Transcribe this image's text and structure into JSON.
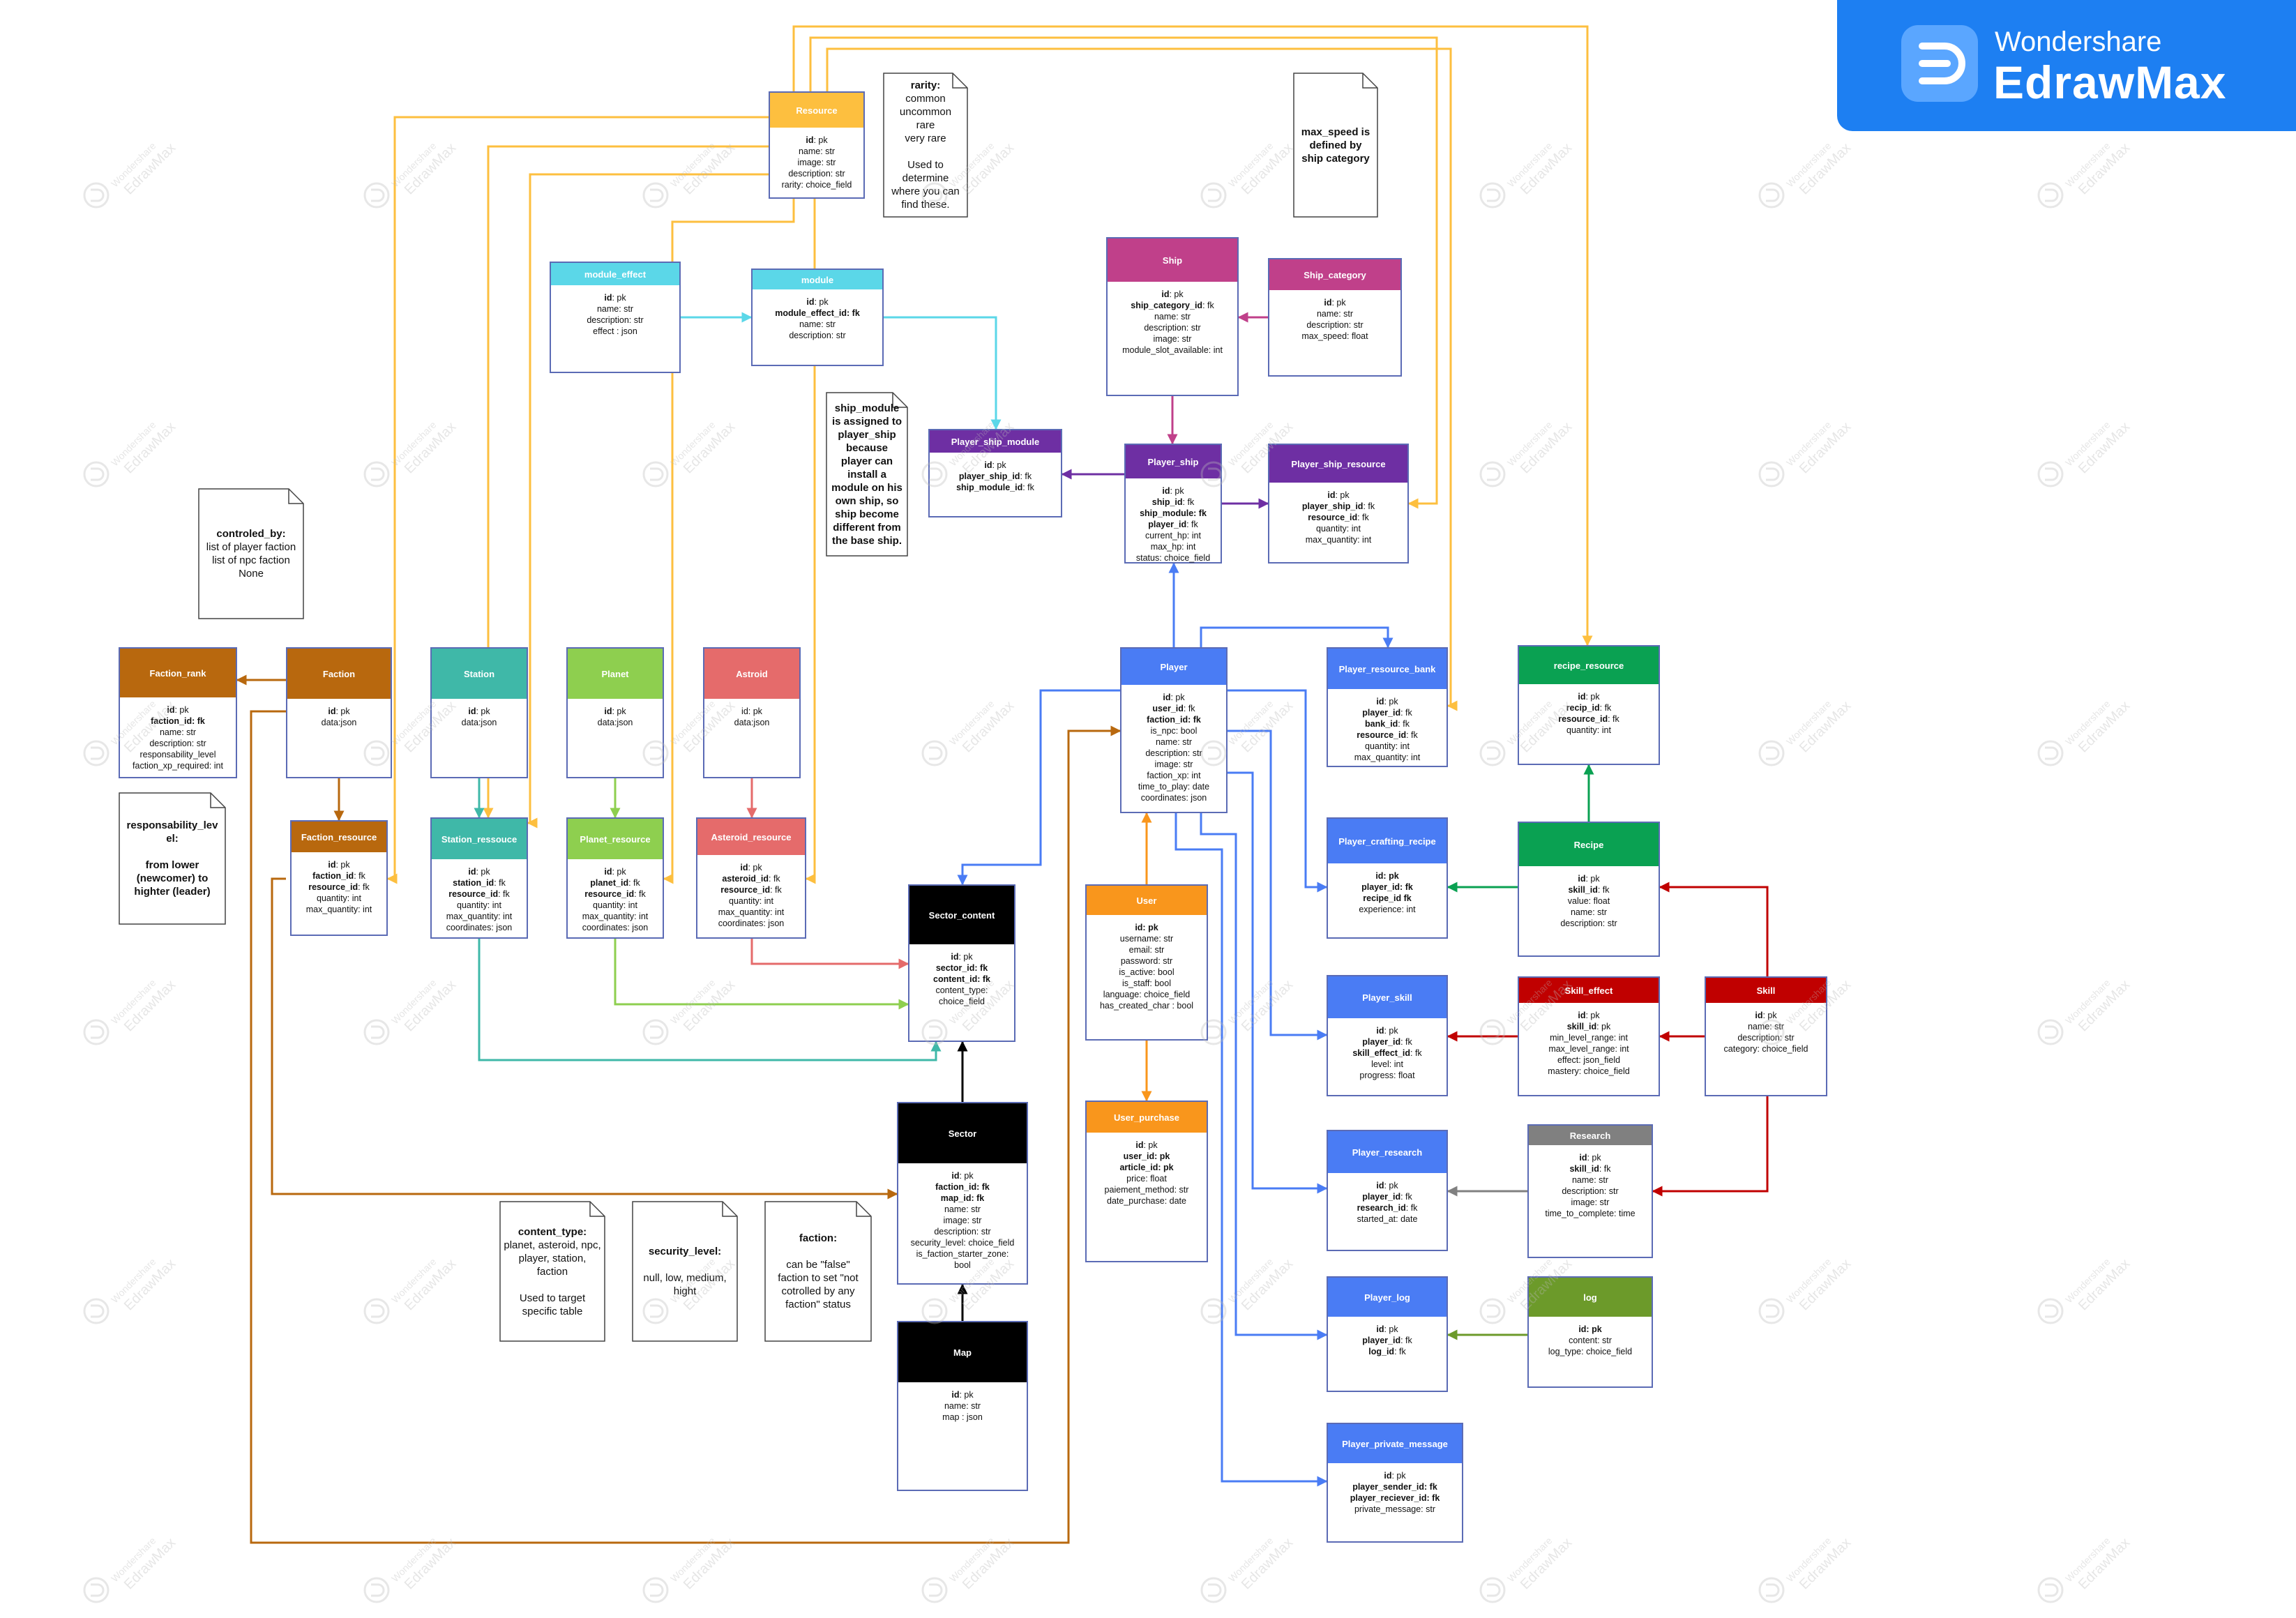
{
  "brand": {
    "line1": "Wondershare",
    "line2": "EdrawMax"
  },
  "watermark": {
    "line1": "Wondershare",
    "line2": "EdrawMax"
  },
  "colors": {
    "yellow": "#fdbf3f",
    "blue": "#4a7cf4",
    "purple": "#6e2fa3",
    "magenta": "#c0408a",
    "cyan": "#5bd7e8",
    "teal": "#3fb8a8",
    "green_light": "#8ecf4f",
    "coral": "#e56b6b",
    "brown": "#b8680e",
    "orange": "#f9961c",
    "black": "#000000",
    "green": "#0aa152",
    "red": "#c00000",
    "gray": "#808080",
    "olive": "#6c9a2a"
  },
  "entities": {
    "resource": {
      "title": "Resource",
      "fields": [
        "<b>id</b>: pk",
        "name: str",
        "image: str",
        "description: str",
        "rarity: choice_field"
      ]
    },
    "module_effect": {
      "title": "module_effect",
      "fields": [
        "<b>id</b>: pk",
        "name: str",
        "description: str",
        "effect : json"
      ]
    },
    "module": {
      "title": "module",
      "fields": [
        "<b>id</b>: pk",
        "<b>module_effect_id: fk</b>",
        "name: str",
        "description: str"
      ]
    },
    "ship": {
      "title": "Ship",
      "fields": [
        "<b>id</b>: pk",
        "<b>ship_category_id</b>: fk",
        "name: str",
        "description: str",
        "image: str",
        "module_slot_available: int"
      ]
    },
    "ship_category": {
      "title": "Ship_category",
      "fields": [
        "<b>id</b>: pk",
        "name: str",
        "description: str",
        "max_speed: float"
      ]
    },
    "player_ship_module": {
      "title": "Player_ship_module",
      "fields": [
        "<b>id</b>: pk",
        "<b>player_ship_id</b>: fk",
        "<b>ship_module_id</b>: fk"
      ]
    },
    "player_ship": {
      "title": "Player_ship",
      "fields": [
        "<b>id</b>: pk",
        "<b>ship_id</b>: fk",
        "<b>ship_module: fk</b>",
        "<b>player_id</b>: fk",
        "current_hp: int",
        "max_hp: int",
        "status: choice_field"
      ]
    },
    "player_ship_resource": {
      "title": "Player_ship_resource",
      "fields": [
        "<b>id</b>: pk",
        "<b>player_ship_id</b>: fk",
        "<b>resource_id</b>: fk",
        "quantity: int",
        "max_quantity: int"
      ]
    },
    "faction_rank": {
      "title": "Faction_rank",
      "fields": [
        "<b>id</b>: pk",
        "<b>faction_id: fk</b>",
        "name: str",
        "description: str",
        "responsability_level",
        "faction_xp_required: int"
      ]
    },
    "faction": {
      "title": "Faction",
      "fields": [
        "<b>id</b>: pk",
        "data:json"
      ]
    },
    "station": {
      "title": "Station",
      "fields": [
        "<b>id</b>: pk",
        "data:json"
      ]
    },
    "planet": {
      "title": "Planet",
      "fields": [
        "<b>id</b>: pk",
        "data:json"
      ]
    },
    "asteroid": {
      "title": "Astroid",
      "fields": [
        "id: pk",
        "data:json"
      ]
    },
    "faction_resource": {
      "title": "Faction_resource",
      "fields": [
        "<b>id</b>: pk",
        "<b>faction_id</b>: fk",
        "<b>resource_id</b>: fk",
        "quantity: int",
        "max_quantity: int"
      ]
    },
    "station_resource": {
      "title": "Station_ressouce",
      "fields": [
        "<b>id</b>: pk",
        "<b>station_id</b>: fk",
        "<b>resource_id</b>: fk",
        "quantity: int",
        "max_quantity: int",
        "coordinates:  json"
      ]
    },
    "planet_resource": {
      "title": "Planet_resource",
      "fields": [
        "<b>id</b>: pk",
        "<b>planet_id</b>: fk",
        "<b>resource_id</b>: fk",
        "quantity: int",
        "max_quantity: int",
        "coordinates:   json"
      ]
    },
    "asteroid_resource": {
      "title": "Asteroid_resource",
      "fields": [
        "<b>id</b>: pk",
        "<b>asteroid_id</b>: fk",
        "<b>resource_id</b>: fk",
        "quantity: int",
        "max_quantity: int",
        "coordinates:   json"
      ]
    },
    "player": {
      "title": "Player",
      "fields": [
        "<b>id</b>: pk",
        "<b>user_id</b>: fk",
        "<b>faction_id: fk</b>",
        "is_npc: bool",
        "name: str",
        "description: str",
        "image: str",
        "faction_xp: int",
        "time_to_play: date",
        "coordinates: json"
      ]
    },
    "player_resource_bank": {
      "title": "Player_resource_bank",
      "fields": [
        "<b>id</b>: pk",
        "<b>player_id</b>: fk",
        "<b>bank_id</b>: fk",
        "<b>resource_id</b>: fk",
        "quantity: int",
        "max_quantity: int"
      ]
    },
    "recipe_resource": {
      "title": "recipe_resource",
      "fields": [
        "<b>id</b>: pk",
        "<b>recip_id</b>: fk",
        "<b>resource_id</b>: fk",
        "quantity: int"
      ]
    },
    "sector_content": {
      "title": "Sector_content",
      "fields": [
        "<b>id</b>: pk",
        "<b>sector_id: fk</b>",
        "<b>content_id: fk</b>",
        "content_type:",
        "choice_field"
      ]
    },
    "user": {
      "title": "User",
      "fields": [
        "<b>id: pk</b>",
        "username: str",
        "email: str",
        "password: str",
        "is_active: bool",
        "is_staff: bool",
        "language: choice_field",
        "has_created_char : bool"
      ]
    },
    "player_crafting_recipe": {
      "title": "Player_crafting_recipe",
      "fields": [
        "<b>id: pk</b>",
        "<b>player_id: fk</b>",
        "<b>recipe_id fk</b>",
        "experience: int"
      ]
    },
    "recipe": {
      "title": "Recipe",
      "fields": [
        "<b>id</b>: pk",
        "<b>skill_id</b>: fk",
        "value: float",
        "name: str",
        "description: str"
      ]
    },
    "player_skill": {
      "title": "Player_skill",
      "fields": [
        "<b>id</b>: pk",
        "<b>player_id</b>: fk",
        "<b>skill_effect_id</b>: fk",
        "level: int",
        "progress: float"
      ]
    },
    "skill_effect": {
      "title": "Skill_effect",
      "fields": [
        "<b>id</b>: pk",
        "<b>skill_id</b>: pk",
        "min_level_range: int",
        "max_level_range: int",
        "effect: json_field",
        "mastery: choice_field"
      ]
    },
    "skill": {
      "title": "Skill",
      "fields": [
        "<b>id</b>: pk",
        "name: str",
        "description: str",
        "category: choice_field"
      ]
    },
    "sector": {
      "title": "Sector",
      "fields": [
        "<b>id</b>: pk",
        "<b>faction_id: fk</b>",
        "<b>map_id: fk</b>",
        "name: str",
        "image: str",
        "description: str",
        "security_level: choice_field",
        "is_faction_starter_zone:",
        "bool"
      ]
    },
    "user_purchase": {
      "title": "User_purchase",
      "fields": [
        "<b>id</b>: pk",
        "<b>user_id: pk</b>",
        "<b>article_id: pk</b>",
        "price: float",
        "paiement_method: str",
        "date_purchase: date"
      ]
    },
    "player_research": {
      "title": "Player_research",
      "fields": [
        "<b>id</b>: pk",
        "<b>player_id</b>: fk",
        "<b>research_id</b>: fk",
        "started_at: date"
      ]
    },
    "research": {
      "title": "Research",
      "fields": [
        "<b>id</b>: pk",
        "<b>skill_id</b>: fk",
        "name: str",
        "description: str",
        "image: str",
        "time_to_complete: time"
      ]
    },
    "player_log": {
      "title": "Player_log",
      "fields": [
        "<b>id</b>: pk",
        "<b>player_id</b>: fk",
        "<b>log_id</b>: fk"
      ]
    },
    "log": {
      "title": "log",
      "fields": [
        "<b>id: pk</b>",
        "content: str",
        "log_type: choice_field"
      ]
    },
    "map": {
      "title": "Map",
      "fields": [
        "<b>id</b>: pk",
        "name: str",
        "map : json"
      ]
    },
    "player_private_message": {
      "title": "Player_private_message",
      "fields": [
        "<b>id</b>: pk",
        "<b>player_sender_id: fk</b>",
        "<b>player_reciever_id: fk</b>",
        "private_message: str"
      ]
    }
  },
  "notes": {
    "rarity": [
      "<b>rarity:</b>",
      "common",
      "uncommon",
      "rare",
      "very rare",
      "",
      "Used to",
      "determine",
      "where you can",
      "find these."
    ],
    "max_speed": [
      "<b>max_speed is</b>",
      "<b>defined by</b>",
      "<b>ship category</b>"
    ],
    "ship_module": [
      "<b>ship_module</b>",
      "<b>is assigned to</b>",
      "<b>player_ship</b>",
      "<b>because</b>",
      "<b>player can</b>",
      "<b>install a</b>",
      "<b>module on his</b>",
      "<b>own ship, so</b>",
      "<b>ship become</b>",
      "<b>different from</b>",
      "<b>the base ship.</b>"
    ],
    "controled_by": [
      "<b>controled_by:</b>",
      "list of player faction",
      "list of  npc faction",
      "None"
    ],
    "responsability": [
      "<b>responsability_lev</b>",
      "<b>el:</b>",
      "",
      "<b>from lower</b>",
      "<b>(newcomer) to</b>",
      "<b>highter (leader)</b>"
    ],
    "content_type": [
      "<b>content_type:</b>",
      "planet, asteroid, npc,",
      "player, station,",
      "faction",
      "",
      "Used to target",
      "specific table"
    ],
    "security_level": [
      "<b>security_level:</b>",
      "",
      "null, low, medium,",
      "hight"
    ],
    "faction": [
      "<b>faction:</b>",
      "",
      "can be \"false\"",
      "faction to set \"not",
      "cotrolled by any",
      "faction\" status"
    ]
  }
}
